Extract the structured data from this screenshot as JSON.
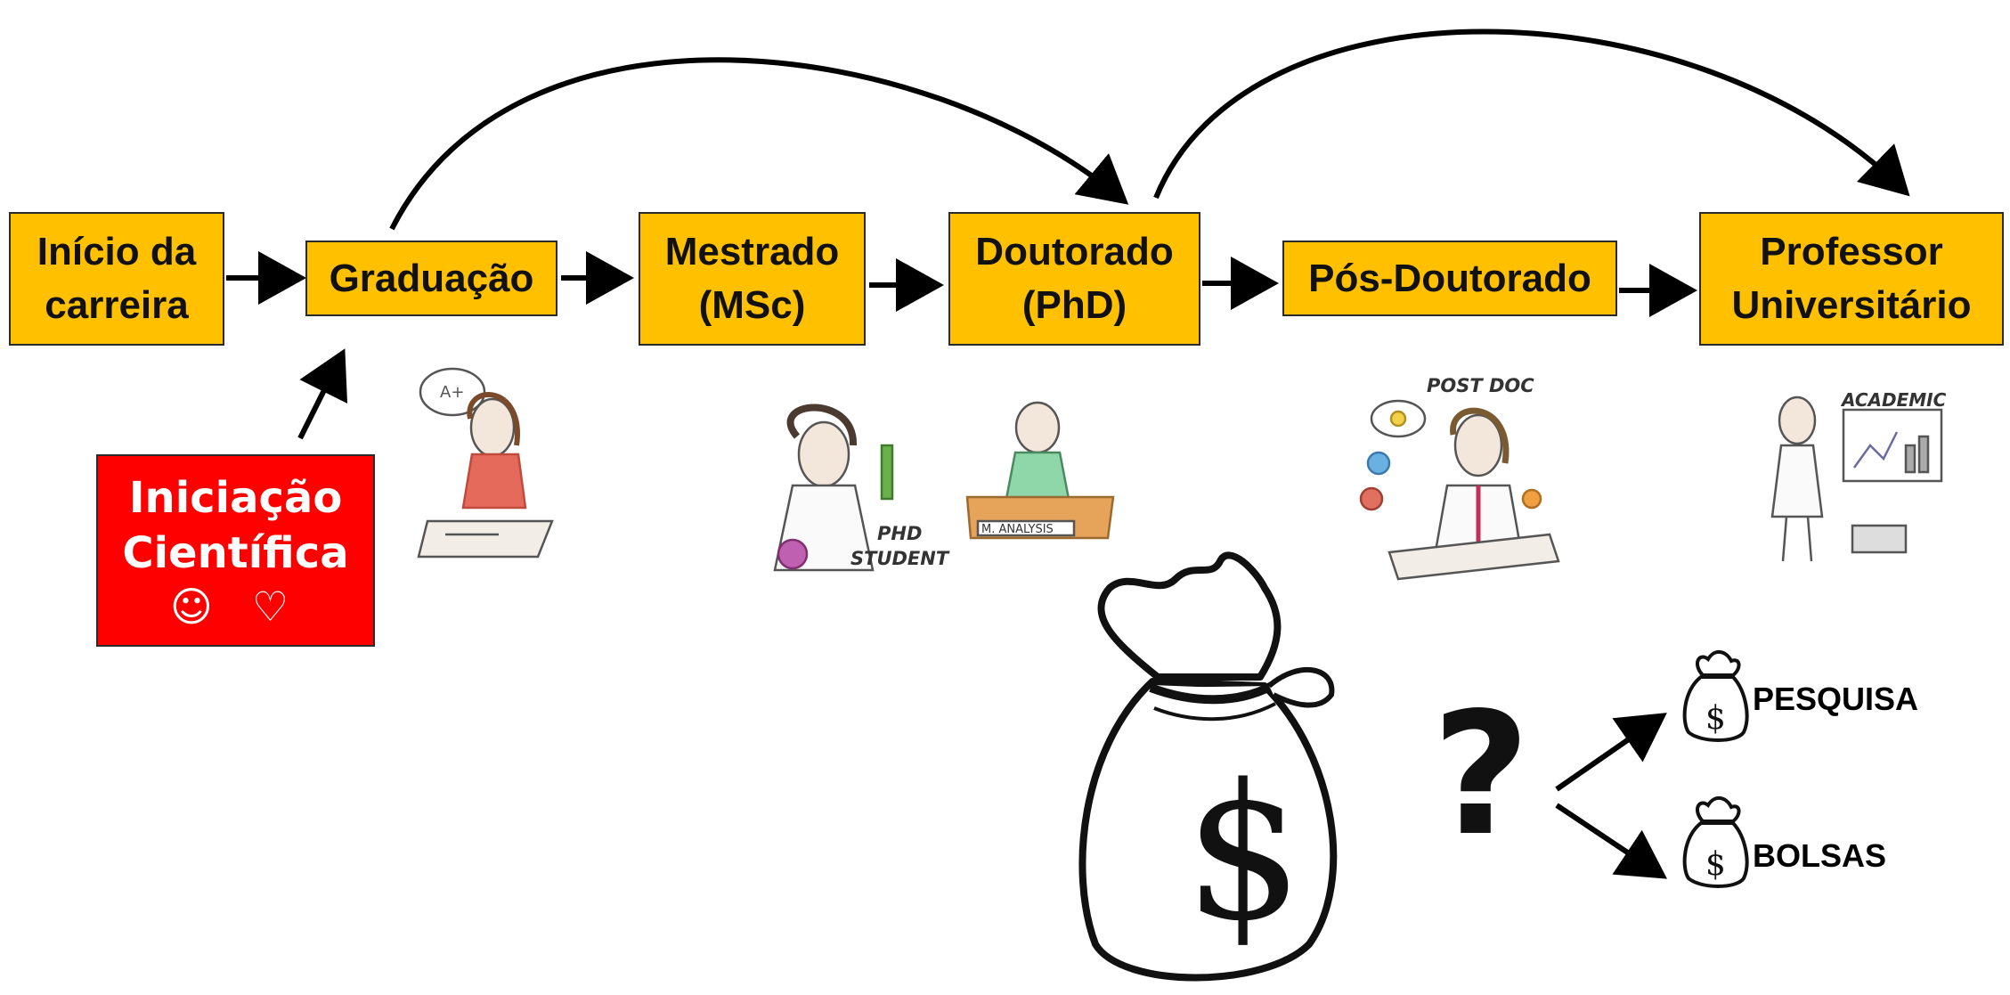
{
  "diagram": {
    "stages": [
      {
        "id": "inicio",
        "label": "Início da\ncarreira"
      },
      {
        "id": "graduacao",
        "label": "Graduação"
      },
      {
        "id": "mestrado",
        "label": "Mestrado\n(MSc)"
      },
      {
        "id": "doutorado",
        "label": "Doutorado\n(PhD)"
      },
      {
        "id": "posdoc",
        "label": "Pós-Doutorado"
      },
      {
        "id": "professor",
        "label": "Professor\nUniversitário"
      }
    ],
    "iniciacao": {
      "label": "Iniciação\nCientífica",
      "icons": "☺ ♡"
    },
    "illustration_labels": {
      "phd": "PHD\nSTUDENT",
      "desk": "M. ANALYSIS",
      "postdoc": "POST DOC",
      "academic": "ACADEMIC"
    },
    "money": {
      "question": "?",
      "outputs": [
        {
          "id": "pesquisa",
          "label": "PESQUISA"
        },
        {
          "id": "bolsas",
          "label": "BOLSAS"
        }
      ]
    },
    "colors": {
      "stage_fill": "#FFC000",
      "iniciacao_fill": "#FF0000",
      "arrow": "#000000"
    }
  }
}
